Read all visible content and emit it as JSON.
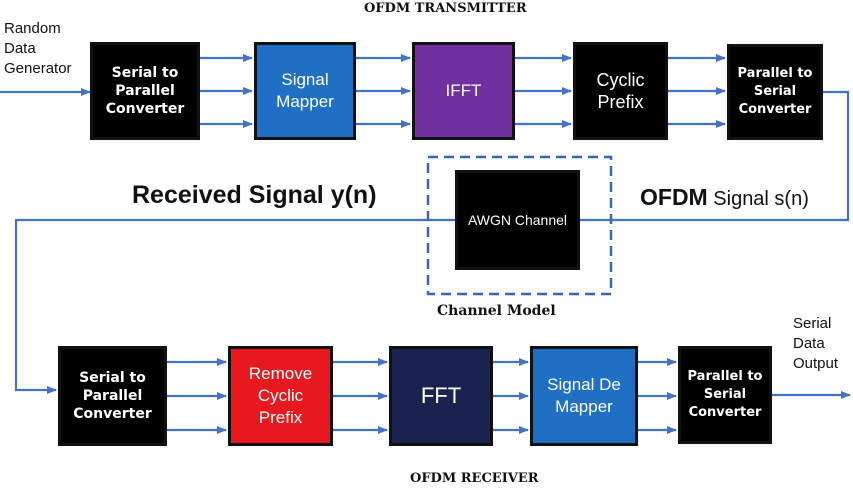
{
  "titles": {
    "transmitter": "OFDM TRANSMITTER",
    "receiver": "OFDM RECEIVER",
    "channel_model": "Channel Model"
  },
  "labels": {
    "input": "Random\nData\nGenerator",
    "output": "Serial\nData\nOutput",
    "received_signal": "Received Signal y(n)",
    "ofdm_signal_bold": "OFDM",
    "ofdm_signal_rest": "Signal s(n)"
  },
  "transmitter_blocks": [
    {
      "label": "Serial to\nParallel\nConverter",
      "color": "#000000"
    },
    {
      "label": "Signal\nMapper",
      "color": "#1f6fc5"
    },
    {
      "label": "IFFT",
      "color": "#7030a0"
    },
    {
      "label": "Cyclic\nPrefix",
      "color": "#000000"
    },
    {
      "label": "Parallel to\nSerial\nConverter",
      "color": "#000000"
    }
  ],
  "channel_block": {
    "label": "AWGN Channel",
    "color": "#000000"
  },
  "receiver_blocks": [
    {
      "label": "Serial to\nParallel\nConverter",
      "color": "#000000"
    },
    {
      "label": "Remove\nCyclic\nPrefix",
      "color": "#e8191e"
    },
    {
      "label": "FFT",
      "color": "#1a2350"
    },
    {
      "label": "Signal De\nMapper",
      "color": "#1f6fc5"
    },
    {
      "label": "Parallel to\nSerial\nConverter",
      "color": "#000000"
    }
  ],
  "colors": {
    "arrow": "#4472c4",
    "dashed_border": "#3a67b1"
  }
}
